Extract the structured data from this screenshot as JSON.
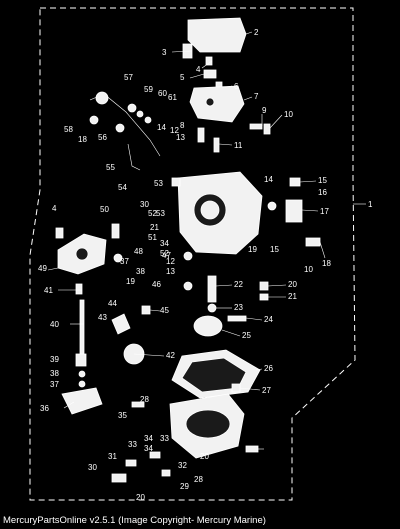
{
  "diagram": {
    "callouts": [
      "1",
      "2",
      "3",
      "4",
      "5",
      "6",
      "7",
      "8",
      "9",
      "10",
      "11",
      "12",
      "13",
      "14",
      "15",
      "16",
      "17",
      "18",
      "19",
      "20",
      "21",
      "22",
      "23",
      "24",
      "25",
      "26",
      "27",
      "28",
      "29",
      "30",
      "31",
      "32",
      "33",
      "34",
      "35",
      "36",
      "37",
      "38",
      "39",
      "40",
      "41",
      "42",
      "43",
      "44",
      "45",
      "46",
      "47",
      "48",
      "49",
      "50",
      "51",
      "52",
      "53",
      "54",
      "55",
      "56",
      "57",
      "58",
      "59",
      "60",
      "61"
    ],
    "secondary_labels": [
      "4",
      "14",
      "52",
      "53",
      "30",
      "34",
      "28",
      "10",
      "33",
      "20",
      "19",
      "15",
      "21",
      "12",
      "13",
      "18",
      "34",
      "37",
      "38",
      "20"
    ]
  },
  "footer": {
    "text": "MercuryPartsOnline v2.5.1 (Image Copyright- Mercury Marine)"
  }
}
